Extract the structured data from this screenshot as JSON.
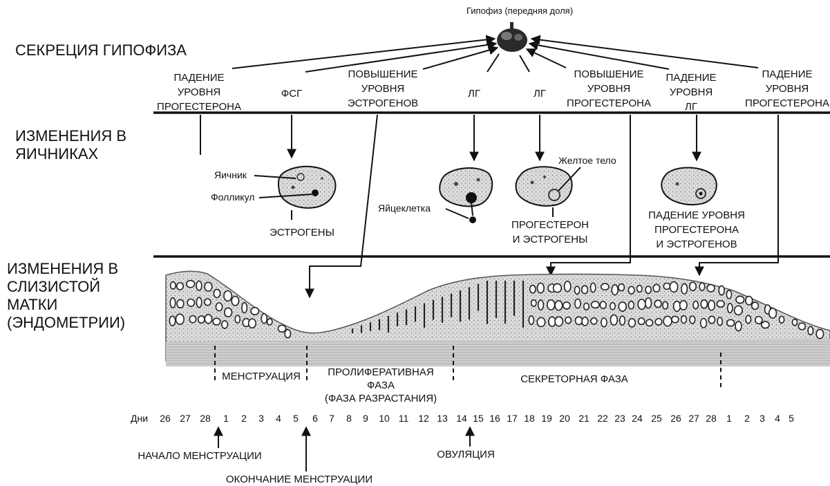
{
  "pituitary": {
    "label": "Гипофиз (передняя доля)"
  },
  "sections": {
    "pituitary_secretion": [
      "СЕКРЕЦИЯ ГИПОФИЗА"
    ],
    "ovary_changes": [
      "ИЗМЕНЕНИЯ В",
      "ЯИЧНИКАХ"
    ],
    "endometrium_changes": [
      "ИЗМЕНЕНИЯ В",
      "СЛИЗИСТОЙ",
      "МАТКИ",
      "(ЭНДОМЕТРИИ)"
    ]
  },
  "hormone_labels": {
    "progesterone_drop_1": [
      "ПАДЕНИЕ",
      "УРОВНЯ",
      "ПРОГЕСТЕРОНА"
    ],
    "fsh": [
      "ФСГ"
    ],
    "estrogen_rise": [
      "ПОВЫШЕНИЕ",
      "УРОВНЯ",
      "ЭСТРОГЕНОВ"
    ],
    "lh_1": [
      "ЛГ"
    ],
    "lh_2": [
      "ЛГ"
    ],
    "progesterone_rise": [
      "ПОВЫШЕНИЕ",
      "УРОВНЯ",
      "ПРОГЕСТЕРОНА"
    ],
    "lh_drop": [
      "ПАДЕНИЕ",
      "УРОВНЯ",
      "ЛГ"
    ],
    "progesterone_drop_2": [
      "ПАДЕНИЕ",
      "УРОВНЯ",
      "ПРОГЕСТЕРОНА"
    ]
  },
  "ovary_labels": {
    "ovary": "Яичник",
    "follicle": "Фолликул",
    "egg": "Яйцеклетка",
    "corpus_luteum": "Желтое тело",
    "estrogens": [
      "ЭСТРОГЕНЫ"
    ],
    "progesterone_estrogens": [
      "ПРОГЕСТЕРОН",
      "И ЭСТРОГЕНЫ"
    ],
    "hormone_drop": [
      "ПАДЕНИЕ УРОВНЯ",
      "ПРОГЕСТЕРОНА",
      "И ЭСТРОГЕНОВ"
    ]
  },
  "phases": {
    "menstruation": [
      "МЕНСТРУАЦИЯ"
    ],
    "proliferative": [
      "ПРОЛИФЕРАТИВНАЯ",
      "ФАЗА",
      "(ФАЗА РАЗРАСТАНИЯ)"
    ],
    "secretory": [
      "СЕКРЕТОРНАЯ ФАЗА"
    ]
  },
  "days": {
    "label": "Дни",
    "values": [
      "26",
      "27",
      "28",
      "1",
      "2",
      "3",
      "4",
      "5",
      "6",
      "7",
      "8",
      "9",
      "10",
      "11",
      "12",
      "13",
      "14",
      "15",
      "16",
      "17",
      "18",
      "19",
      "20",
      "21",
      "22",
      "23",
      "24",
      "25",
      "26",
      "27",
      "28",
      "1",
      "2",
      "3",
      "4",
      "5"
    ]
  },
  "events": {
    "menstruation_start": [
      "НАЧАЛО МЕНСТРУАЦИИ"
    ],
    "ovulation": [
      "ОВУЛЯЦИЯ"
    ],
    "menstruation_end": [
      "ОКОНЧАНИЕ МЕНСТРУАЦИИ"
    ]
  }
}
